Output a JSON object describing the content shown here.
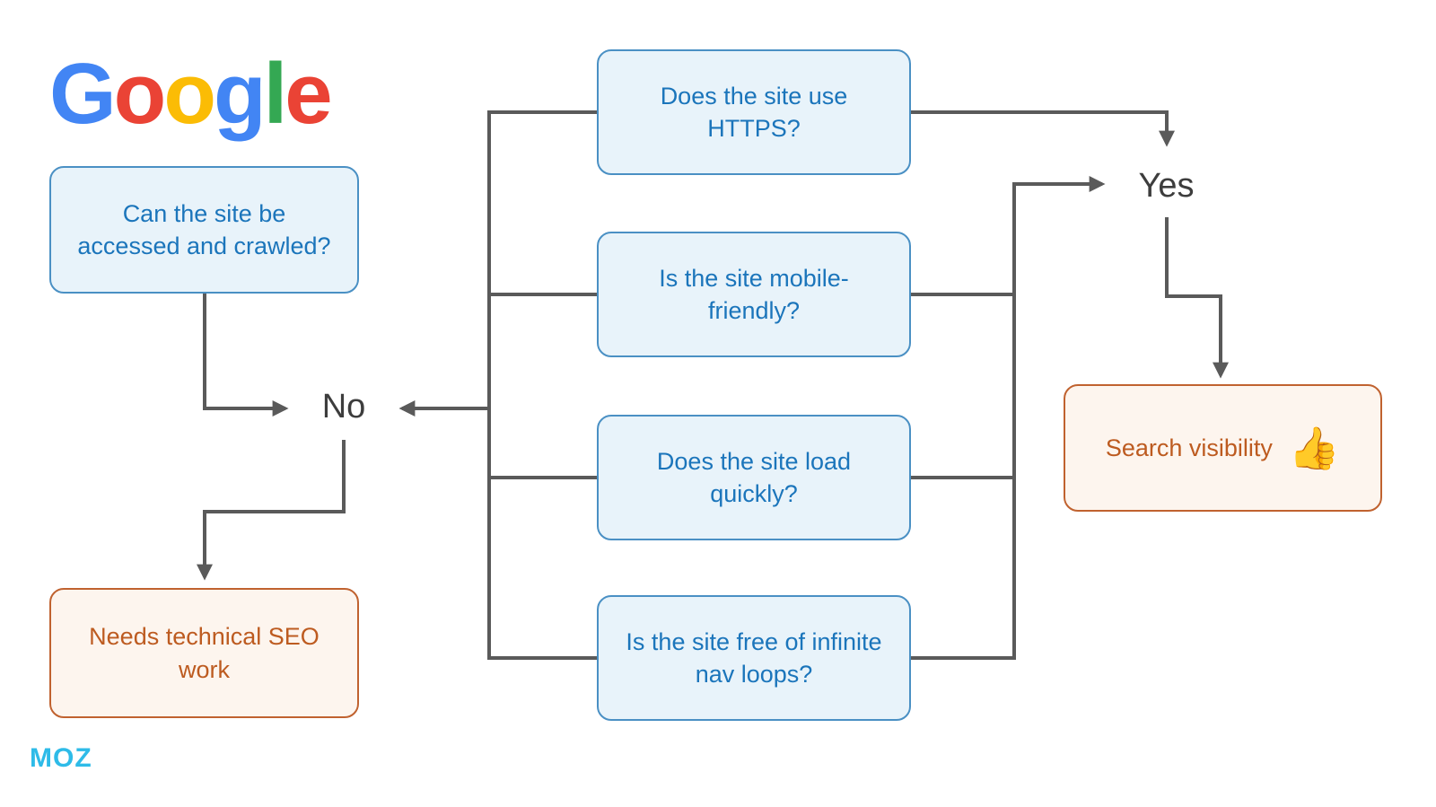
{
  "logo": {
    "google_letters": [
      "G",
      "o",
      "o",
      "g",
      "l",
      "e"
    ],
    "moz_text": "MOZ"
  },
  "nodes": {
    "root_question": "Can the site be accessed and crawled?",
    "question_https": "Does the site use HTTPS?",
    "question_mobile": "Is the site mobile-friendly?",
    "question_speed": "Does the site load quickly?",
    "question_loops": "Is the site free of infinite nav loops?",
    "no_label": "No",
    "yes_label": "Yes",
    "fail_outcome": "Needs technical SEO work",
    "success_outcome": "Search visibility",
    "success_emoji": "👍"
  },
  "colors": {
    "google_blue": "#4285F4",
    "google_red": "#EA4335",
    "google_yellow": "#FBBC05",
    "google_green": "#34A853",
    "question_fill": "#e8f3fa",
    "question_border": "#4a90c4",
    "question_text": "#1b75bb",
    "outcome_fill": "#fdf5ee",
    "outcome_border": "#c0622f",
    "outcome_text": "#bd5b20",
    "line_color": "#5a5a5a",
    "moz_color": "#2ebbe8"
  }
}
